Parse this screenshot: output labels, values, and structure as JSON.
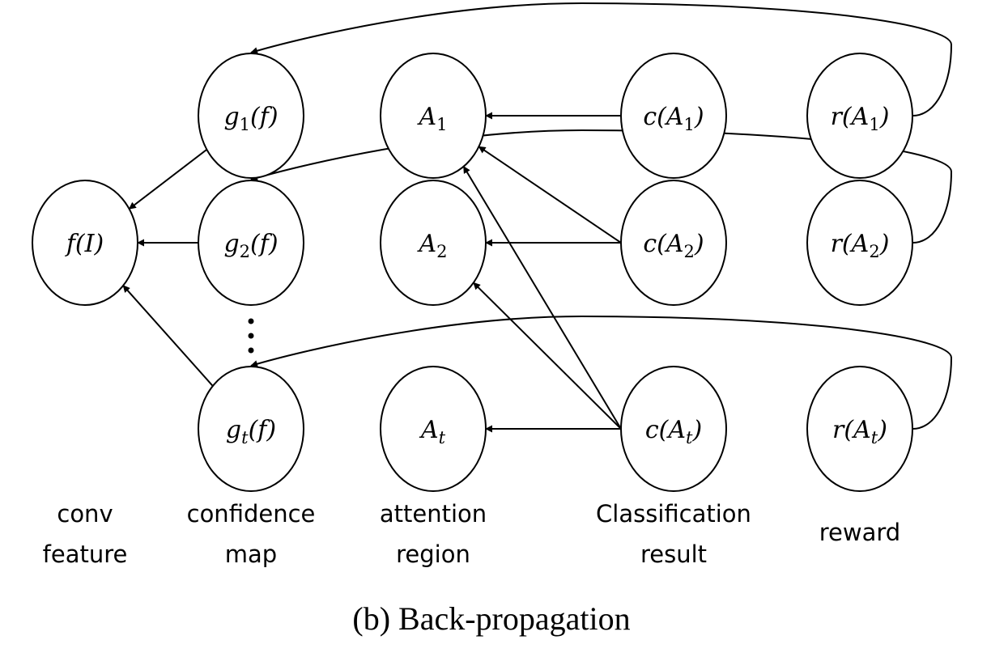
{
  "caption": "(b) Back-propagation",
  "columns": [
    {
      "id": "conv",
      "lines": [
        "conv",
        "feature"
      ]
    },
    {
      "id": "confidence",
      "lines": [
        "confidence",
        "map"
      ]
    },
    {
      "id": "attention",
      "lines": [
        "attention",
        "region"
      ]
    },
    {
      "id": "classification",
      "lines": [
        "Classification",
        "result"
      ]
    },
    {
      "id": "reward",
      "lines": [
        "reward"
      ]
    }
  ],
  "nodes": [
    {
      "id": "f",
      "base": "f",
      "sub": "",
      "tail": "(I)",
      "col": 0,
      "row": 1
    },
    {
      "id": "g1",
      "base": "g",
      "sub": "1",
      "tail": "(f)",
      "col": 1,
      "row": 0
    },
    {
      "id": "g2",
      "base": "g",
      "sub": "2",
      "tail": "(f)",
      "col": 1,
      "row": 1
    },
    {
      "id": "gt",
      "base": "g",
      "sub": "t",
      "subItalic": true,
      "tail": "(f)",
      "col": 1,
      "row": 2
    },
    {
      "id": "A1",
      "base": "A",
      "sub": "1",
      "tail": "",
      "col": 2,
      "row": 0
    },
    {
      "id": "A2",
      "base": "A",
      "sub": "2",
      "tail": "",
      "col": 2,
      "row": 1
    },
    {
      "id": "At",
      "base": "A",
      "sub": "t",
      "subItalic": true,
      "tail": "",
      "col": 2,
      "row": 2
    },
    {
      "id": "c1",
      "base": "c(A",
      "sub": "1",
      "tail": ")",
      "col": 3,
      "row": 0
    },
    {
      "id": "c2",
      "base": "c(A",
      "sub": "2",
      "tail": ")",
      "col": 3,
      "row": 1
    },
    {
      "id": "ct",
      "base": "c(A",
      "sub": "t",
      "subItalic": true,
      "tail": ")",
      "col": 3,
      "row": 2
    },
    {
      "id": "r1",
      "base": "r(A",
      "sub": "1",
      "tail": ")",
      "col": 4,
      "row": 0
    },
    {
      "id": "r2",
      "base": "r(A",
      "sub": "2",
      "tail": ")",
      "col": 4,
      "row": 1
    },
    {
      "id": "rt",
      "base": "r(A",
      "sub": "t",
      "subItalic": true,
      "tail": ")",
      "col": 4,
      "row": 2
    }
  ],
  "edges": [
    {
      "from": "g1",
      "to": "f",
      "type": "straight"
    },
    {
      "from": "g2",
      "to": "f",
      "type": "straight"
    },
    {
      "from": "gt",
      "to": "f",
      "type": "straight"
    },
    {
      "from": "c1",
      "to": "A1",
      "type": "straight"
    },
    {
      "from": "c2",
      "to": "A1",
      "type": "straight"
    },
    {
      "from": "ct",
      "to": "A1",
      "type": "straight"
    },
    {
      "from": "c2",
      "to": "A2",
      "type": "straight"
    },
    {
      "from": "ct",
      "to": "A2",
      "type": "straight"
    },
    {
      "from": "ct",
      "to": "At",
      "type": "straight"
    },
    {
      "from": "r1",
      "to": "g1",
      "type": "loop"
    },
    {
      "from": "r2",
      "to": "g2",
      "type": "loop"
    },
    {
      "from": "rt",
      "to": "gt",
      "type": "loop"
    }
  ],
  "ellipsis": {
    "between": [
      "g2",
      "gt"
    ],
    "count": 3
  }
}
